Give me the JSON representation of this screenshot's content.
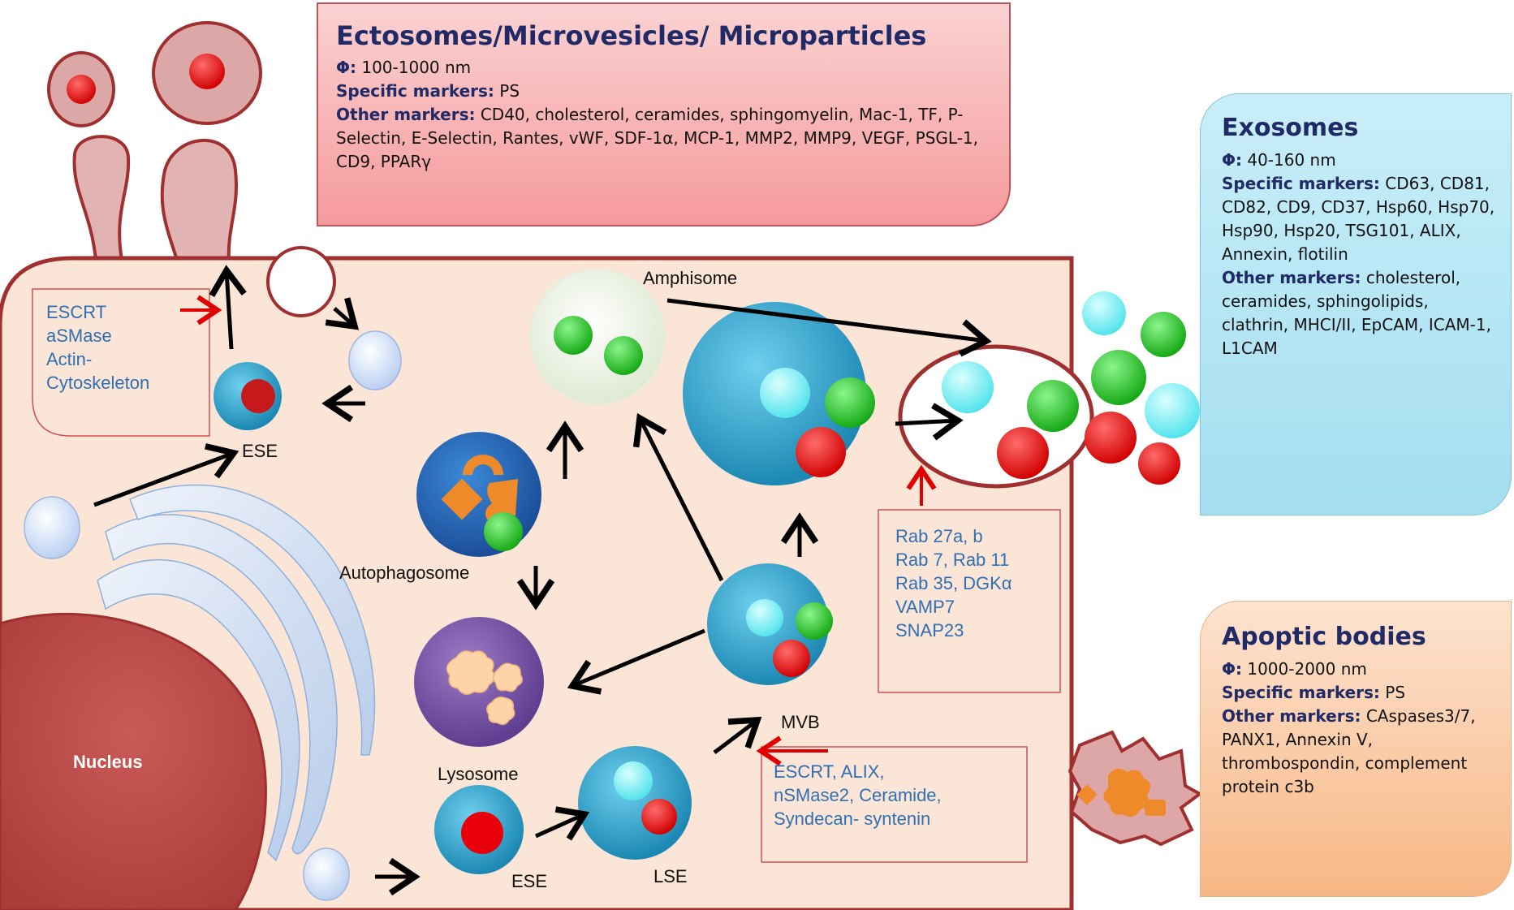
{
  "ectosomes": {
    "title": "Ectosomes/Microvesicles/ Microparticles",
    "size_label": "Φ:",
    "size_value": " 100-1000 nm",
    "specific_label": "Specific markers:",
    "specific_value": " PS",
    "other_label": "Other markers:",
    "other_value": " CD40, cholesterol, ceramides, sphingomyelin, Mac-1, TF, P-Selectin, E-Selectin,   Rantes, vWF,  SDF-1α, MCP-1, MMP2, MMP9,  VEGF, PSGL-1, CD9, PPARγ"
  },
  "exosomes": {
    "title": "Exosomes",
    "size_label": "Φ:",
    "size_value": " 40-160 nm",
    "specific_label": "Specific markers:",
    "specific_value": " CD63, CD81, CD82, CD9, CD37, Hsp60, Hsp70, Hsp90, Hsp20, TSG101,  ALIX, Annexin, flotilin",
    "other_label": "Other markers:",
    "other_value": " cholesterol, ceramides, sphingolipids, clathrin, MHCI/II, EpCAM, ICAM-1, L1CAM"
  },
  "apoptic": {
    "title": "Apoptic  bodies",
    "size_label": "Φ:",
    "size_value": " 1000-2000 nm",
    "specific_label": "Specific markers:",
    "specific_value": " PS",
    "other_label": "Other markers:",
    "other_value": " CAspases3/7, PANX1, Annexin V, thrombospondin, complement protein c3b"
  },
  "labels": {
    "amphisome": "Amphisome",
    "ese_top": "ESE",
    "autophagosome": "Autophagosome",
    "lysosome": "Lysosome",
    "mvb": "MVB",
    "ese_bottom": "ESE",
    "lse": "LSE",
    "nucleus": "Nucleus"
  },
  "factors_ecto": [
    "ESCRT",
    "aSMase",
    "Actin-",
    "Cytoskeleton"
  ],
  "factors_rab": [
    "Rab 27a, b",
    "Rab 7, Rab 11",
    "Rab 35, DGKα",
    "VAMP7",
    "SNAP23"
  ],
  "factors_escrt": [
    "ESCRT, ALIX,",
    "nSMase2, Ceramide,",
    "Syndecan- syntenin"
  ],
  "colors": {
    "cell_fill": "#fbe5d6",
    "cell_border": "#a0302f",
    "nucleus": "#c0504d",
    "vesicle_blue": "#31a6c9",
    "cargo_red": "#e8000b",
    "cargo_green": "#1fb81f",
    "cargo_cyan": "#6ff1f6",
    "lysosome": "#7b57a8",
    "arrow_red": "#e00000"
  }
}
